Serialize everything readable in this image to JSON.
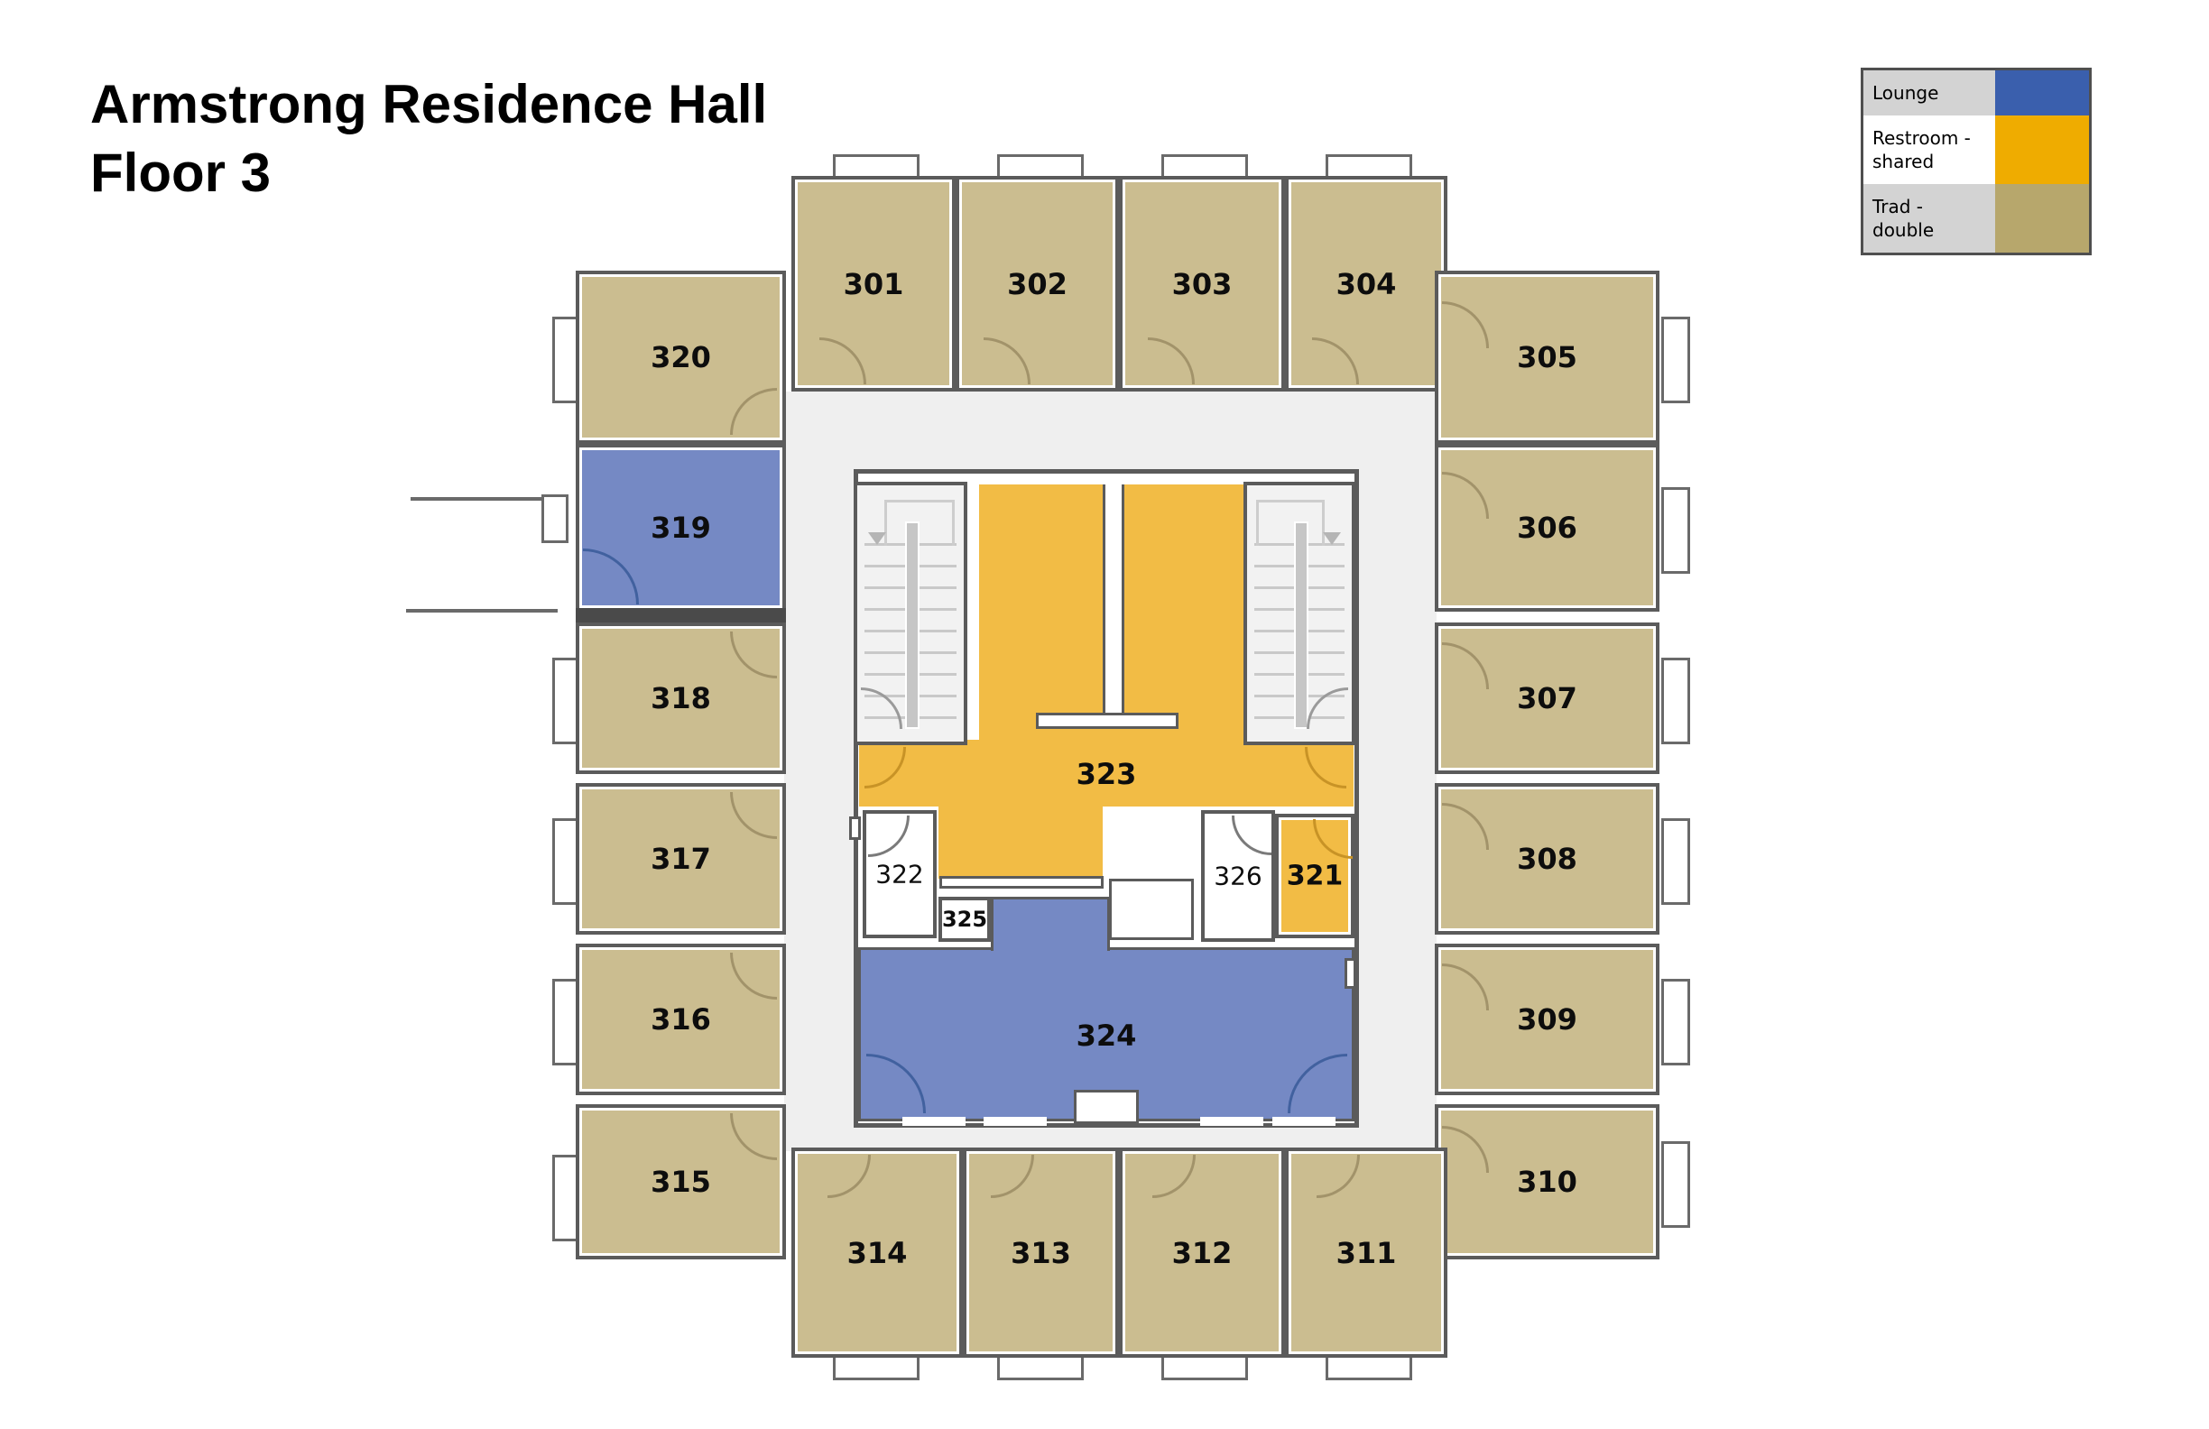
{
  "title": {
    "line1": "Armstrong Residence Hall",
    "line2": "Floor 3"
  },
  "legend": {
    "items": [
      {
        "label": "Lounge",
        "type": "lounge",
        "color": "#3a5fad"
      },
      {
        "label": "Restroom - shared",
        "type": "restroom-shared",
        "color": "#efac00"
      },
      {
        "label": "Trad - double",
        "type": "trad-double",
        "color": "#b7a76c"
      }
    ]
  },
  "floor_plan": {
    "rooms": [
      {
        "number": "301",
        "type": "trad-double"
      },
      {
        "number": "302",
        "type": "trad-double"
      },
      {
        "number": "303",
        "type": "trad-double"
      },
      {
        "number": "304",
        "type": "trad-double"
      },
      {
        "number": "305",
        "type": "trad-double"
      },
      {
        "number": "306",
        "type": "trad-double"
      },
      {
        "number": "307",
        "type": "trad-double"
      },
      {
        "number": "308",
        "type": "trad-double"
      },
      {
        "number": "309",
        "type": "trad-double"
      },
      {
        "number": "310",
        "type": "trad-double"
      },
      {
        "number": "311",
        "type": "trad-double"
      },
      {
        "number": "312",
        "type": "trad-double"
      },
      {
        "number": "313",
        "type": "trad-double"
      },
      {
        "number": "314",
        "type": "trad-double"
      },
      {
        "number": "315",
        "type": "trad-double"
      },
      {
        "number": "316",
        "type": "trad-double"
      },
      {
        "number": "317",
        "type": "trad-double"
      },
      {
        "number": "318",
        "type": "trad-double"
      },
      {
        "number": "319",
        "type": "lounge"
      },
      {
        "number": "320",
        "type": "trad-double"
      },
      {
        "number": "321",
        "type": "restroom-shared"
      },
      {
        "number": "322",
        "type": "unassigned"
      },
      {
        "number": "323",
        "type": "restroom-shared"
      },
      {
        "number": "324",
        "type": "lounge"
      },
      {
        "number": "325",
        "type": "unassigned"
      },
      {
        "number": "326",
        "type": "unassigned"
      }
    ]
  }
}
